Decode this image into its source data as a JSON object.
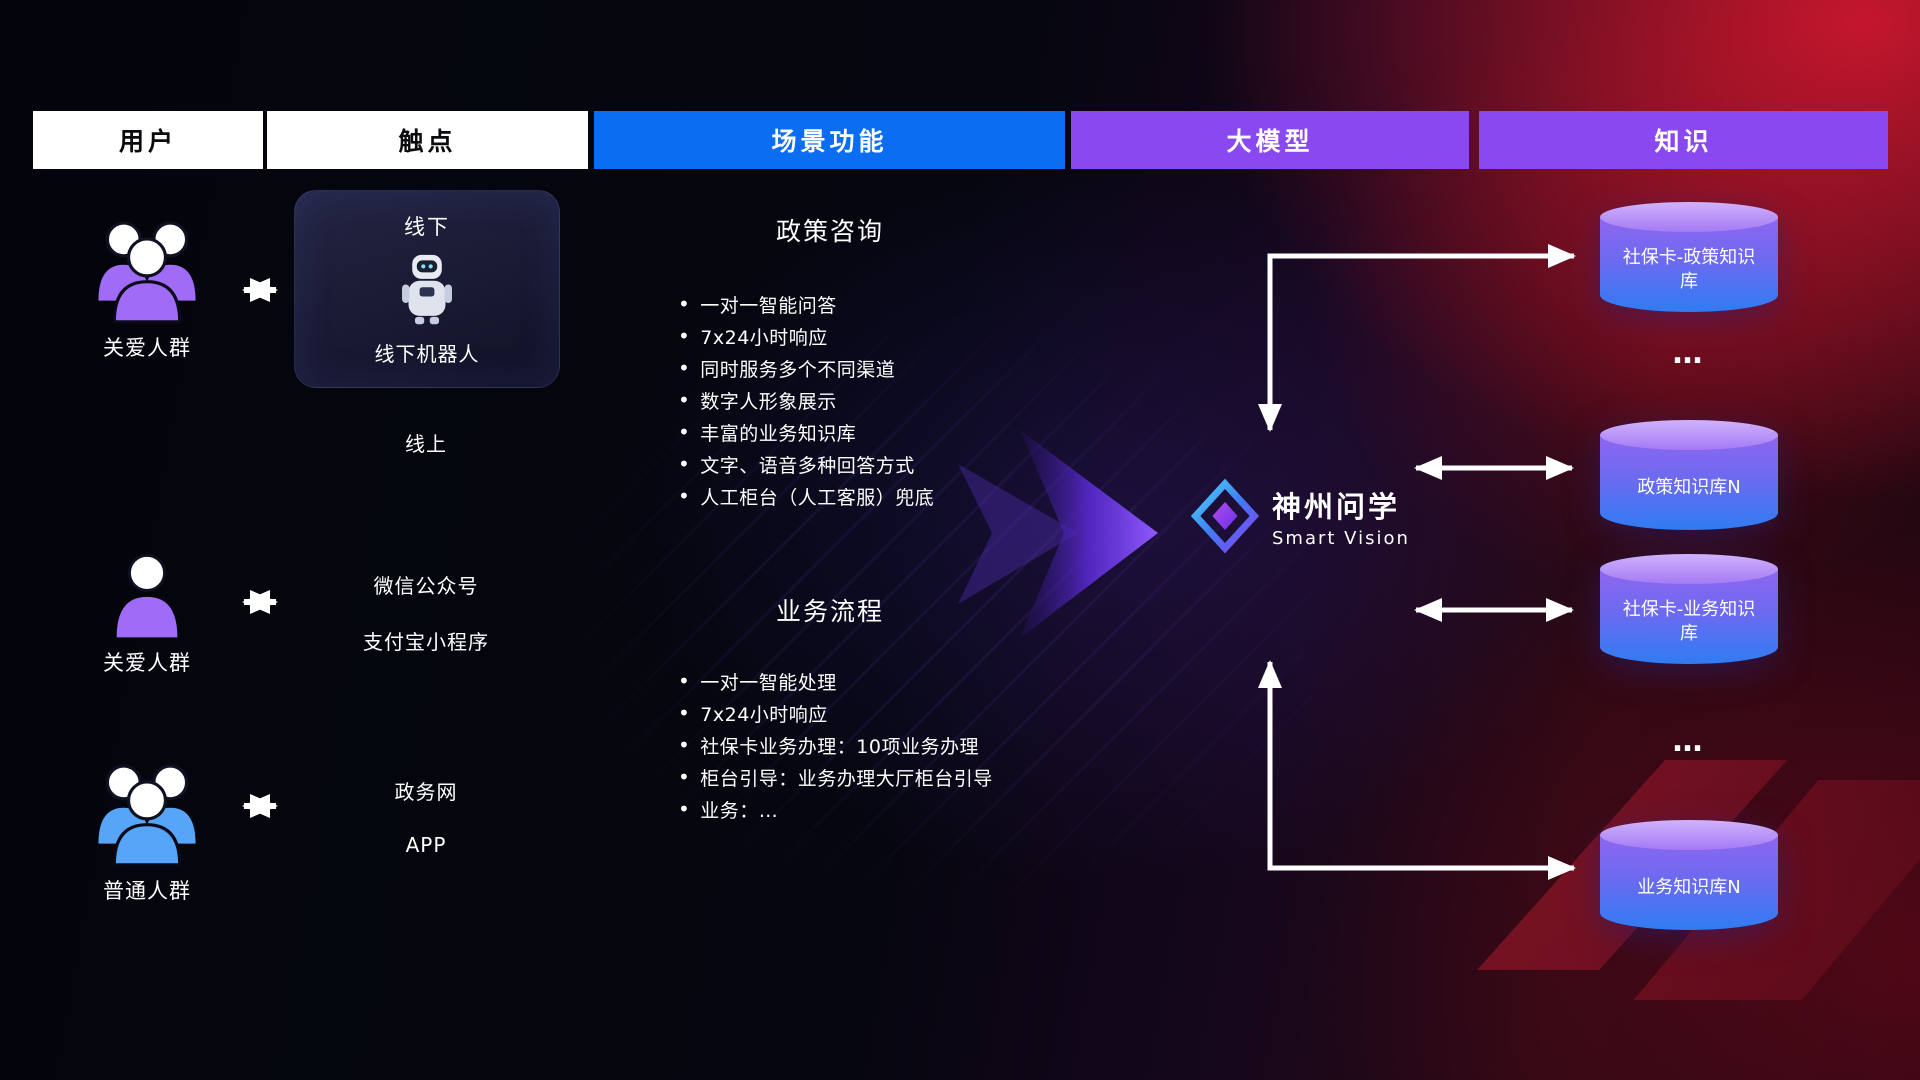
{
  "headers": [
    {
      "label": "用户",
      "bg": "#ffffff"
    },
    {
      "label": "触点",
      "bg": "#ffffff"
    },
    {
      "label": "场景功能",
      "bg": "#0b6df2"
    },
    {
      "label": "大模型",
      "bg": "#8a49f0"
    },
    {
      "label": "知识",
      "bg": "#8a49f0"
    }
  ],
  "users": [
    {
      "label": "关爱人群",
      "icon": "people-group-icon",
      "color": "#a06bf6"
    },
    {
      "label": "关爱人群",
      "icon": "person-icon",
      "color": "#a06bf6"
    },
    {
      "label": "普通人群",
      "icon": "people-group-icon",
      "color": "#57a5f8"
    }
  ],
  "touchpoints": {
    "offline_title": "线下",
    "offline_robot_label": "线下机器人",
    "online_title": "线上",
    "wechat": "微信公众号",
    "alipay": "支付宝小程序",
    "gov": "政务网",
    "app": "APP"
  },
  "scenarios": [
    {
      "title": "政策咨询",
      "items": [
        "一对一智能问答",
        "7x24小时响应",
        "同时服务多个不同渠道",
        "数字人形象展示",
        "丰富的业务知识库",
        "文字、语音多种回答方式",
        "人工柜台（人工客服）兜底"
      ]
    },
    {
      "title": "业务流程",
      "items": [
        "一对一智能处理",
        "7x24小时响应",
        "社保卡业务办理：10项业务办理",
        "柜台引导：业务办理大厅柜台引导",
        "业务：…"
      ]
    }
  ],
  "model": {
    "name": "神州问学",
    "subtitle": "Smart Vision"
  },
  "knowledge": {
    "items": [
      {
        "label": "社保卡-政策知识库",
        "type": "db"
      },
      {
        "label": "…",
        "type": "ellipsis"
      },
      {
        "label": "政策知识库N",
        "type": "db"
      },
      {
        "label": "社保卡-业务知识库",
        "type": "db"
      },
      {
        "label": "…",
        "type": "ellipsis"
      },
      {
        "label": "业务知识库N",
        "type": "db"
      }
    ]
  },
  "colors": {
    "header_white_bg": "#ffffff",
    "header_blue_bg": "#0b6df2",
    "header_purple_bg": "#8a49f0",
    "user_purple": "#a06bf6",
    "user_blue": "#57a5f8",
    "arrow_white": "#ffffff",
    "big_arrow_purple": "#7c3aed",
    "cylinder_purple_top": "#a47af4",
    "cylinder_blue_bottom": "#2f7cf2",
    "background_red": "#c01a33",
    "background_dark": "#05060f"
  }
}
